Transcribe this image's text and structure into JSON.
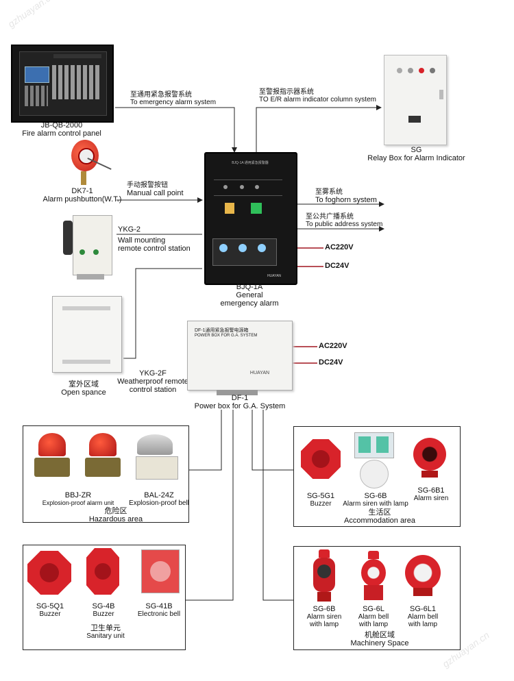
{
  "watermark": "gzhuayan.cn",
  "devices": {
    "fire_panel": {
      "model": "JB-QB-2000",
      "name": "Fire alarm control panel"
    },
    "relay_box": {
      "model": "SG",
      "name": "Relay Box for Alarm Indicator"
    },
    "pushbutton": {
      "model": "DK7-1",
      "name": "Alarm pushbutton(W.T.)"
    },
    "remote": {
      "model": "YKG-2",
      "name_line1": "Wall mounting",
      "name_line2": "remote control station"
    },
    "outdoor": {
      "zh": "室外区域",
      "name": "Open spance"
    },
    "weatherproof": {
      "model": "YKG-2F",
      "name_line1": "Weatherproof remote",
      "name_line2": "control station"
    },
    "bjq": {
      "model": "BJQ-1A",
      "name_line1": "General",
      "name_line2": "emergency alarm",
      "brand": "HUAYAN"
    },
    "df": {
      "zh_title": "DF-1通用紧急报警电源箱",
      "en_title": "POWER BOX FOR G.A. SYSTEM",
      "model": "DF-1",
      "name": "Power box for G.A. System",
      "brand": "HUAYAN"
    }
  },
  "connections": {
    "to_ga": {
      "zh": "至通用紧急报警系统",
      "en": "To emergency alarm system"
    },
    "to_er": {
      "zh": "至警报指示器系统",
      "en": "TO E/R alarm indicator column system"
    },
    "manual": {
      "zh": "手动报警按钮",
      "en": "Manual call point"
    },
    "to_foghorn": {
      "zh": "至雾系统",
      "en": "To foghorn system"
    },
    "to_pa": {
      "zh": "至公共广播系统",
      "en": "To public address system"
    }
  },
  "power": {
    "ac": "AC220V",
    "dc": "DC24V"
  },
  "zones": {
    "hazardous": {
      "zh": "危险区",
      "en": "Hazardous area",
      "items": [
        {
          "model": "BBJ-ZR",
          "name": "Explosion-proof alarm unit"
        },
        {
          "model": "BAL-24Z",
          "name": "Explosion-proof bell"
        }
      ]
    },
    "accommodation": {
      "zh": "生活区",
      "en": "Accommodation area",
      "items": [
        {
          "model": "SG-5G1",
          "name": "Buzzer"
        },
        {
          "model": "SG-6B",
          "name": "Alarm siren with lamp"
        },
        {
          "model": "SG-6B1",
          "name": "Alarm siren"
        }
      ]
    },
    "sanitary": {
      "zh": "卫生单元",
      "en": "Sanitary unit",
      "items": [
        {
          "model": "SG-5Q1",
          "name": "Buzzer"
        },
        {
          "model": "SG-4B",
          "name": "Buzzer"
        },
        {
          "model": "SG-41B",
          "name": "Electronic bell"
        }
      ]
    },
    "machinery": {
      "zh": "机舱区域",
      "en": "Machinery Space",
      "items": [
        {
          "model": "SG-6B",
          "name_line1": "Alarm siren",
          "name_line2": "with lamp"
        },
        {
          "model": "SG-6L",
          "name_line1": "Alarm bell",
          "name_line2": "with lamp"
        },
        {
          "model": "SG-6L1",
          "name_line1": "Alarm bell",
          "name_line2": "with lamp"
        }
      ]
    }
  },
  "colors": {
    "power_line": "#a0141e",
    "wire": "#222222",
    "device_red": "#d8232a"
  }
}
